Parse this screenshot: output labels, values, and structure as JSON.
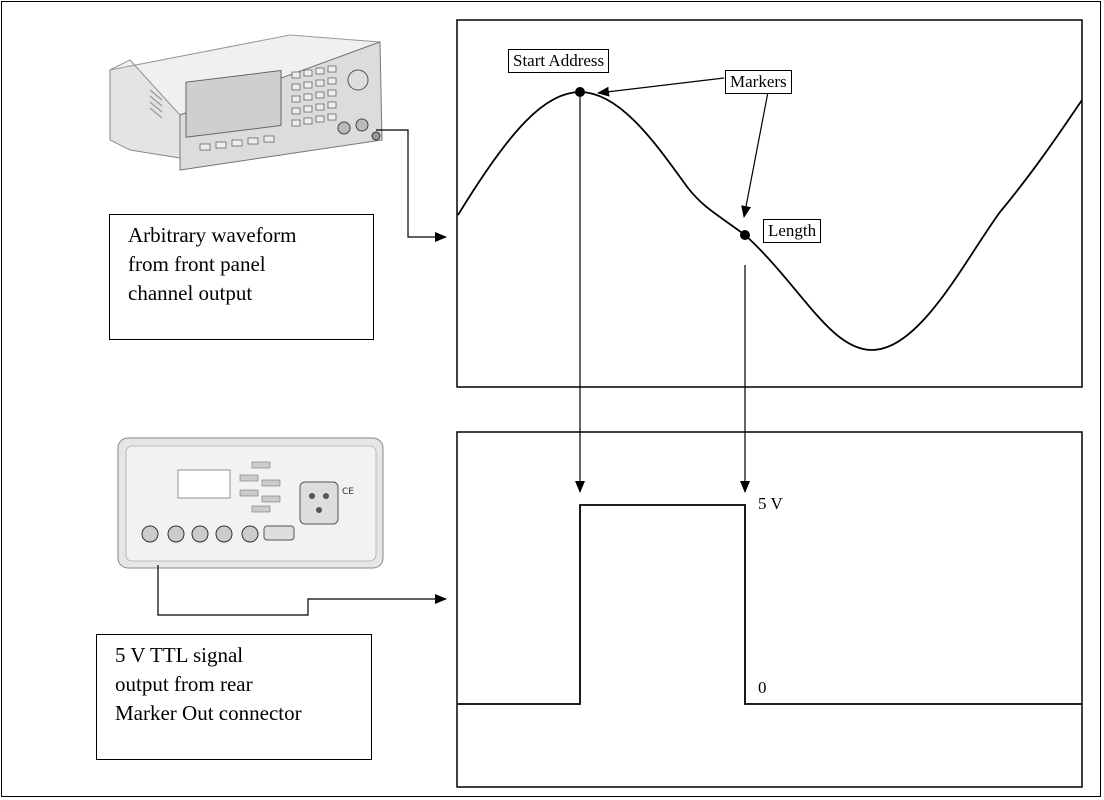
{
  "captions": {
    "arbitrary_waveform": "Arbitrary waveform\nfrom front panel\nchannel output",
    "ttl_signal": "5 V TTL signal\noutput from rear\nMarker Out connector"
  },
  "markers": {
    "start_address": "Start Address",
    "markers": "Markers",
    "length": "Length"
  },
  "levels": {
    "high": "5 V",
    "low": "0"
  }
}
